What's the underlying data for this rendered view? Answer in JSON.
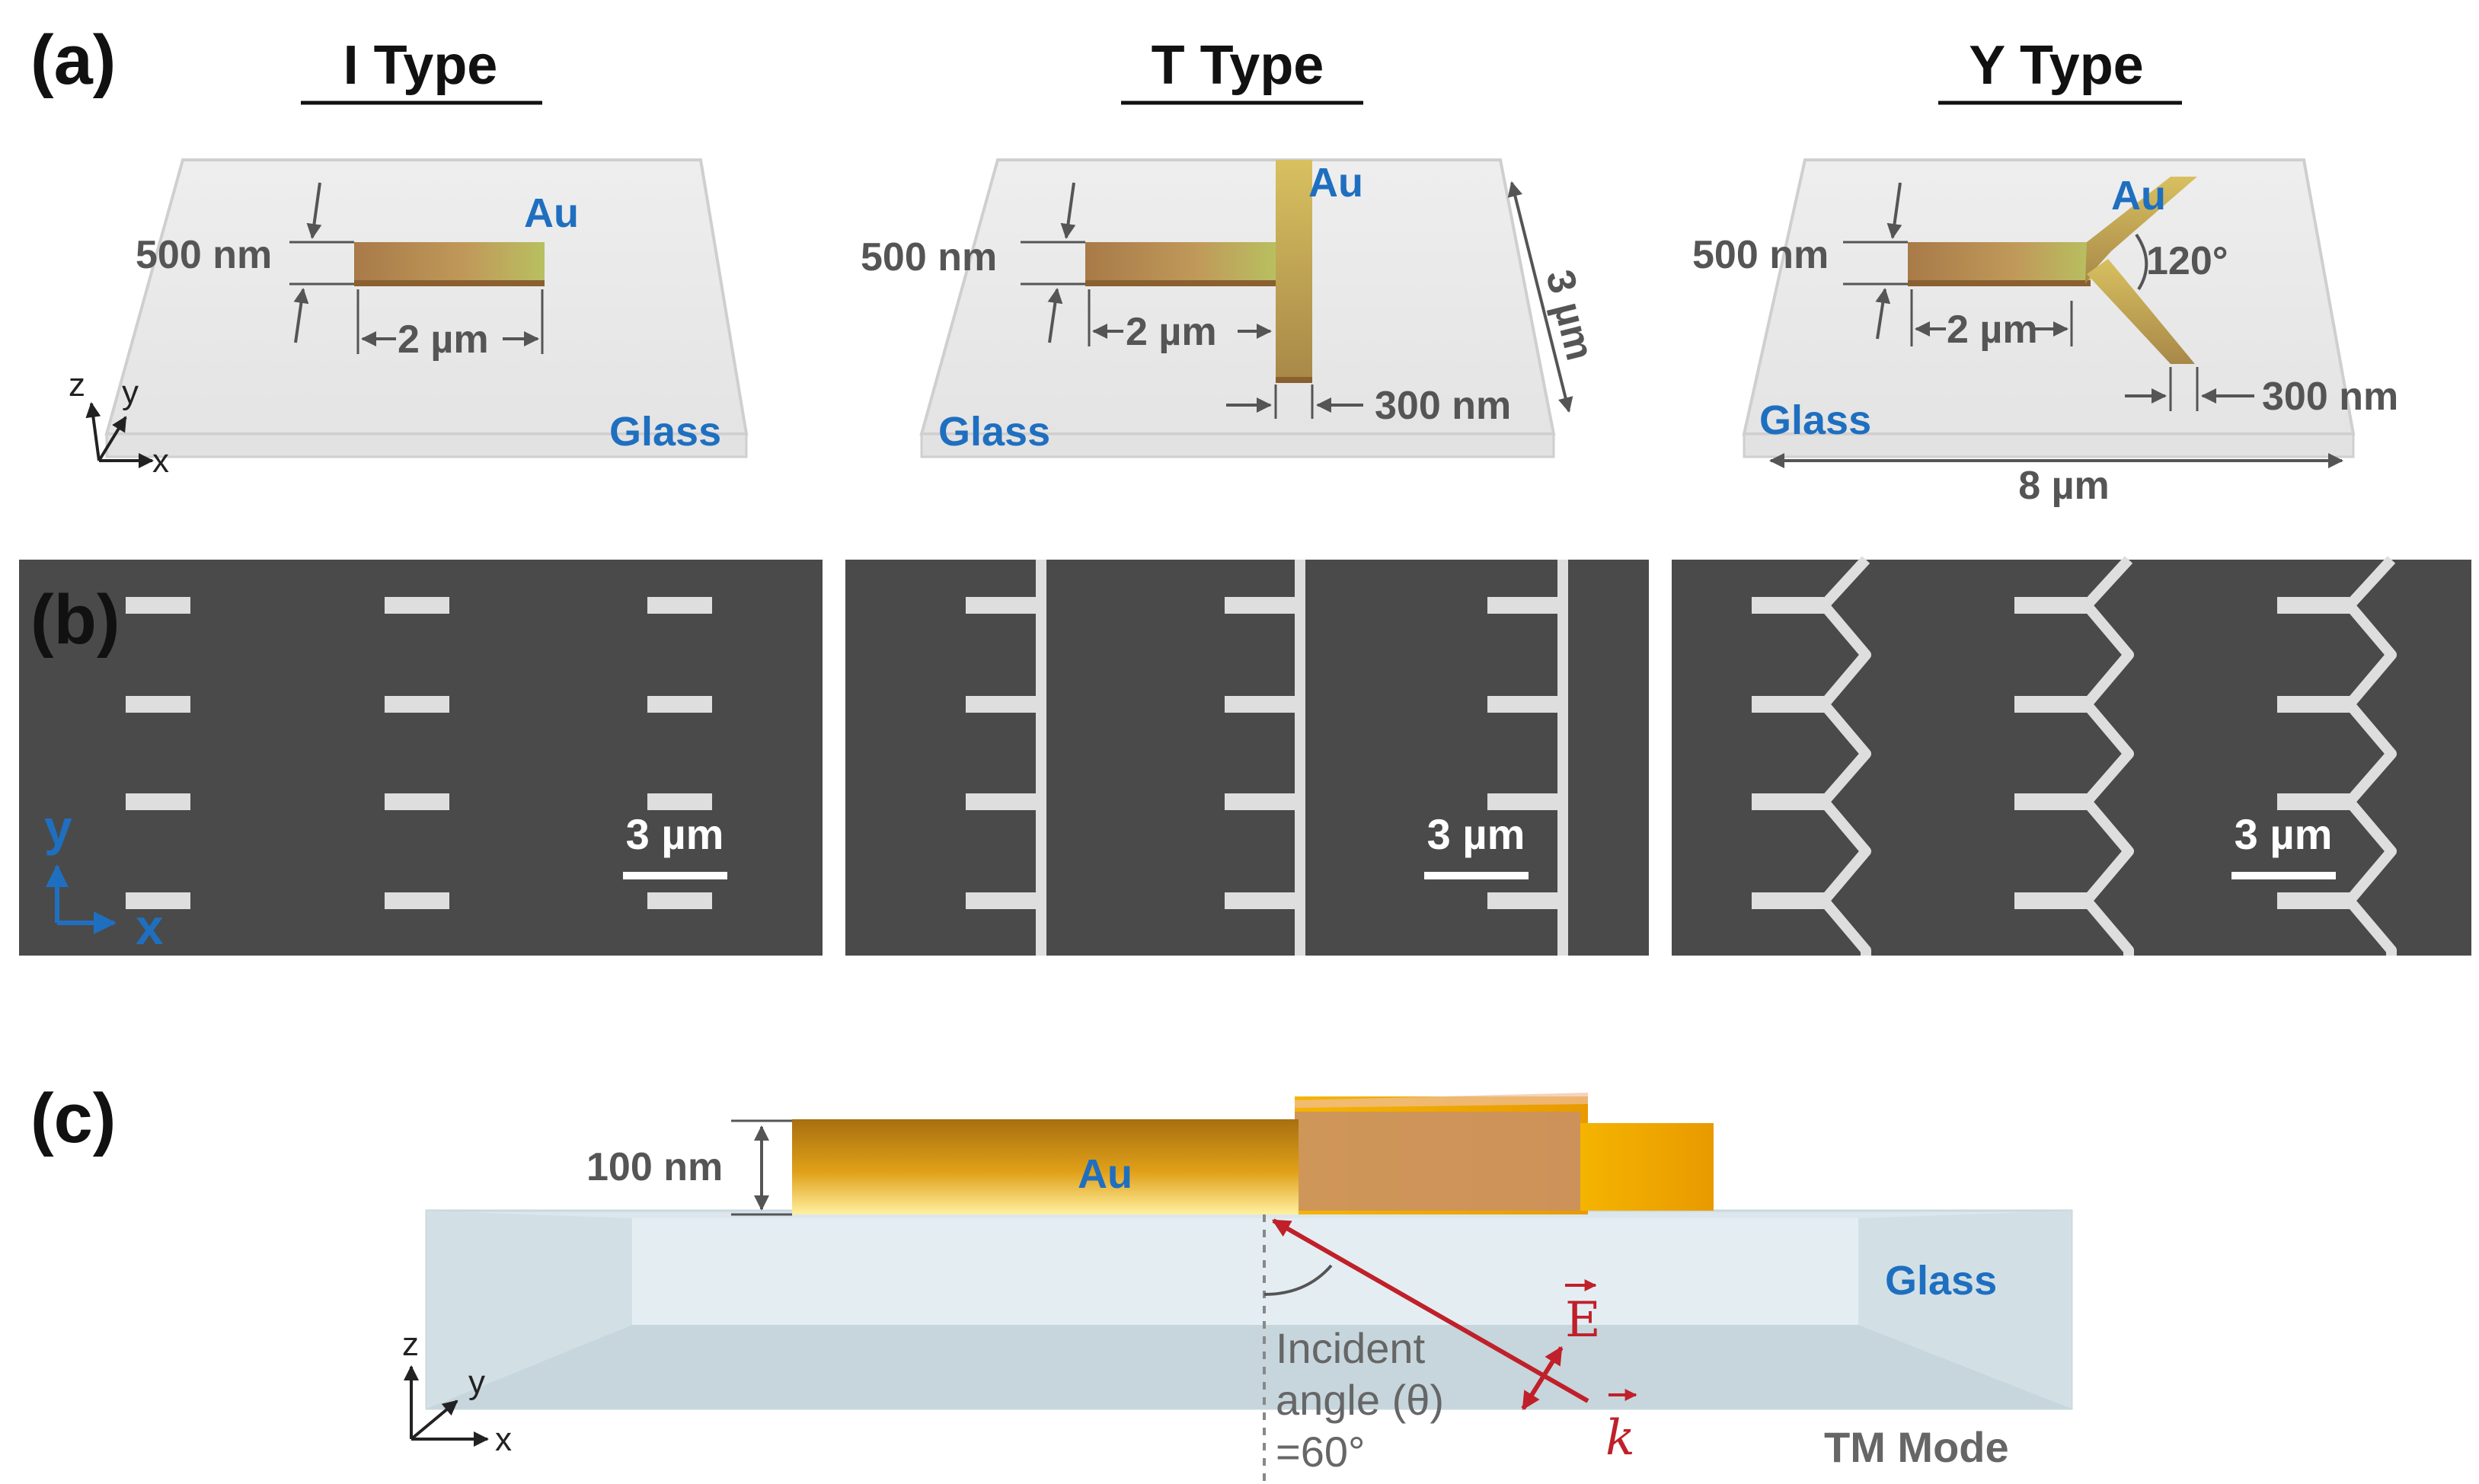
{
  "panel_labels": {
    "a": "(a)",
    "b": "(b)",
    "c": "(c)"
  },
  "panel_a": {
    "types": [
      {
        "title": "I Type",
        "width_label": "500 nm",
        "length_label": "2 µm",
        "material": "Au",
        "substrate": "Glass"
      },
      {
        "title": "T Type",
        "width_label": "500 nm",
        "length_label": "2 µm",
        "material": "Au",
        "substrate": "Glass",
        "bar_width_label": "300 nm",
        "bar_length_label": "3 µm"
      },
      {
        "title": "Y Type",
        "width_label": "500 nm",
        "length_label": "2 µm",
        "material": "Au",
        "substrate": "Glass",
        "arm_width_label": "300 nm",
        "angle_label": "120°",
        "period_label": "8 µm"
      }
    ],
    "axes": {
      "x": "x",
      "y": "y",
      "z": "z"
    }
  },
  "panel_b": {
    "scale_bars": [
      "3 µm",
      "3 µm",
      "3 µm"
    ],
    "axes": {
      "x": "x",
      "y": "y"
    }
  },
  "panel_c": {
    "thickness_label": "100 nm",
    "material": "Au",
    "substrate": "Glass",
    "incident_line1": "Incident",
    "incident_line2": "angle (θ)",
    "incident_line3": "=60°",
    "e_field": "E",
    "k_vector": "k",
    "mode": "TM Mode",
    "axes": {
      "x": "x",
      "y": "y",
      "z": "z"
    }
  },
  "colors": {
    "gold_light": "#f0c020",
    "gold_dark": "#a0783c",
    "glass": "#dbe7ec",
    "sem_bg": "#4a4a4a",
    "label_blue": "#1f6fc0",
    "arrow_red": "#c0202a"
  }
}
